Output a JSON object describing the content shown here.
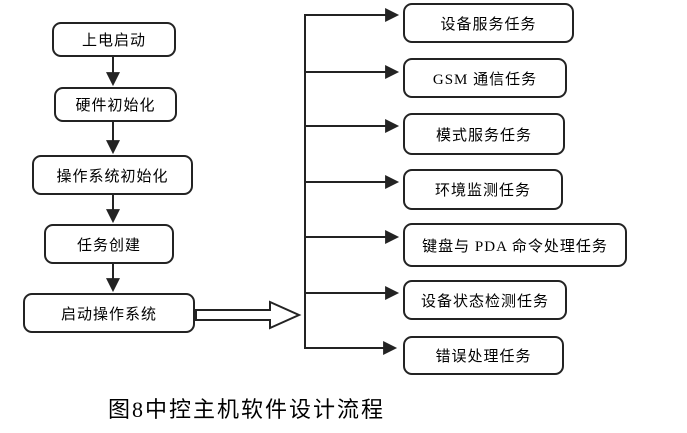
{
  "diagram": {
    "boot_sequence": [
      "上电启动",
      "硬件初始化",
      "操作系统初始化",
      "任务创建",
      "启动操作系统"
    ],
    "tasks": [
      "设备服务任务",
      "GSM 通信任务",
      "模式服务任务",
      "环境监测任务",
      "键盘与 PDA 命令处理任务",
      "设备状态检测任务",
      "错误处理任务"
    ],
    "caption": "图8中控主机软件设计流程",
    "colors": {
      "stroke": "#232323",
      "background": "#ffffff",
      "text": "#000000"
    }
  }
}
